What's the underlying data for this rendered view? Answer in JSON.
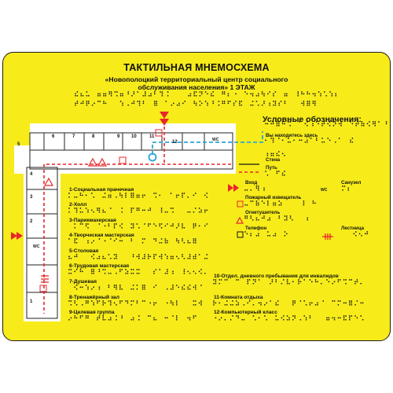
{
  "title": "ТАКТИЛЬНАЯ МНЕМОСХЕМА",
  "subtitle": {
    "line1": "«Новополоцкий территориальный центр социального",
    "line2": "обслуживания населения» 1 ЭТАЖ"
  },
  "rooms": [
    {
      "label": "1-Социальная прачечная"
    },
    {
      "label": "2-Холл"
    },
    {
      "label": "3-Парикмахерская"
    },
    {
      "label": "4-Творческая мастерская"
    },
    {
      "label": "5-Столовая"
    },
    {
      "label": "6-Трудовая мастерская"
    },
    {
      "label": "7-Душевая"
    },
    {
      "label": "8-Тренажёрный зал"
    },
    {
      "label": "9-Целевая группа"
    },
    {
      "label": "10-Отдел. дневного пребывания для инвалидов"
    },
    {
      "label": "11-Комната отдыха"
    },
    {
      "label": "12-Компьютерный класс"
    }
  ],
  "plan_numbers": [
    "5",
    "6",
    "7",
    "8",
    "9",
    "10",
    "11",
    "12",
    "4",
    "3",
    "2",
    "1"
  ],
  "plan_wc": [
    "WC",
    "WC"
  ],
  "legend": {
    "heading": "Условные обозначения:",
    "you_are_here": "Вы находитесь здесь",
    "wall": "Стена",
    "path": "Путь",
    "entrance": "Вход",
    "toilet": "Санузел",
    "toilet_symbol": "WC",
    "fire_alarm": "Пожарный извещатель",
    "extinguisher": "Огнетушитель",
    "phone": "Телефон",
    "stairs": "Лестница"
  },
  "colors": {
    "background": "#f7ec1a",
    "path": "#e8262a",
    "you_are_here": "#2aa7d8",
    "plan": "#ffffff",
    "text": "#111111"
  }
}
